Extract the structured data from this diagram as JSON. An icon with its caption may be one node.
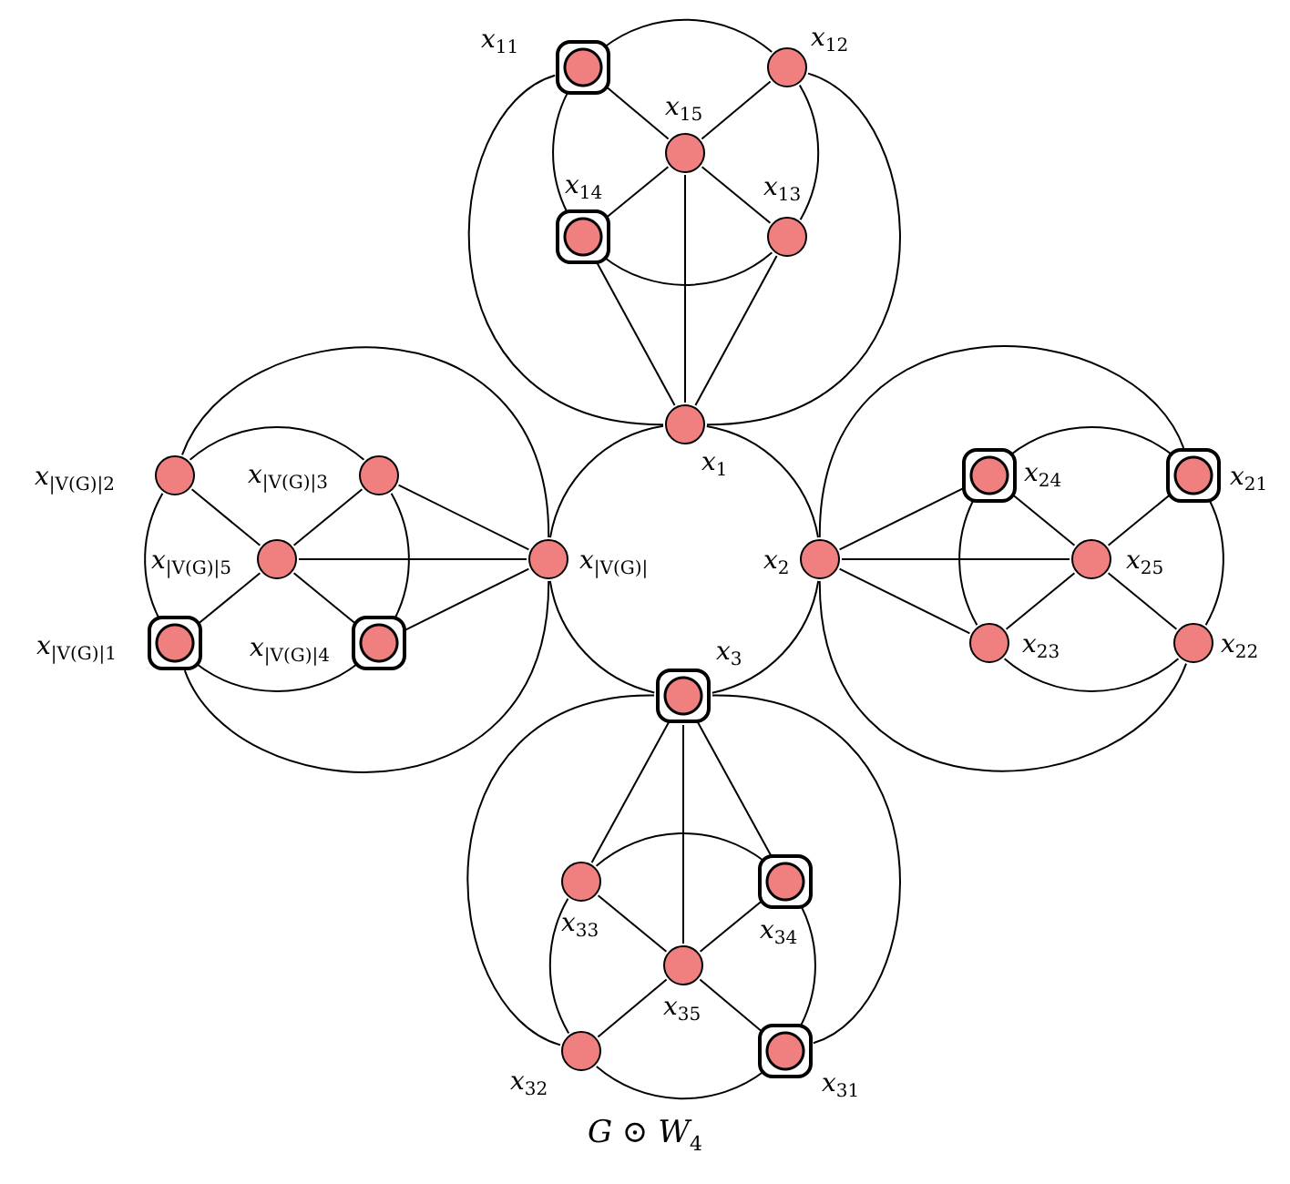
{
  "diagram": {
    "caption": "G ⊙ W$_{4}$",
    "nodes": [
      {
        "text": [],
        "shape": "marked",
        "beside": [
          "x$_{11}$"
        ]
      },
      {
        "text": [],
        "shape": "circle",
        "beside": [
          "x$_{12}$"
        ]
      },
      {
        "text": [],
        "shape": "circle",
        "beside": [
          "x$_{15}$"
        ]
      },
      {
        "text": [],
        "shape": "marked",
        "beside": [
          "x$_{14}$"
        ]
      },
      {
        "text": [],
        "shape": "circle",
        "beside": [
          "x$_{13}$"
        ]
      },
      {
        "text": [],
        "shape": "circle",
        "beside": [
          "x$_{1}$"
        ]
      },
      {
        "text": [],
        "shape": "circle",
        "beside": [
          "x$_{|V(G)|2}$"
        ]
      },
      {
        "text": [],
        "shape": "circle",
        "beside": [
          "x$_{|V(G)|3}$"
        ]
      },
      {
        "text": [],
        "shape": "circle",
        "beside": [
          "x$_{|V(G)|5}$"
        ]
      },
      {
        "text": [],
        "shape": "marked",
        "beside": [
          "x$_{|V(G)|1}$"
        ]
      },
      {
        "text": [],
        "shape": "marked",
        "beside": [
          "x$_{|V(G)|4}$"
        ]
      },
      {
        "text": [],
        "shape": "circle",
        "beside": [
          "x$_{|V(G)|}$"
        ]
      },
      {
        "text": [],
        "shape": "circle",
        "beside": [
          "x$_{2}$"
        ]
      },
      {
        "text": [],
        "shape": "marked",
        "beside": [
          "x$_{24}$"
        ]
      },
      {
        "text": [],
        "shape": "marked",
        "beside": [
          "x$_{21}$"
        ]
      },
      {
        "text": [],
        "shape": "circle",
        "beside": [
          "x$_{25}$"
        ]
      },
      {
        "text": [],
        "shape": "circle",
        "beside": [
          "x$_{23}$"
        ]
      },
      {
        "text": [],
        "shape": "circle",
        "beside": [
          "x$_{22}$"
        ]
      },
      {
        "text": [],
        "shape": "marked",
        "beside": [
          "x$_{3}$"
        ]
      },
      {
        "text": [],
        "shape": "circle",
        "beside": [
          "x$_{33}$"
        ]
      },
      {
        "text": [],
        "shape": "marked",
        "beside": [
          "x$_{34}$"
        ]
      },
      {
        "text": [],
        "shape": "circle",
        "beside": [
          "x$_{35}$"
        ]
      },
      {
        "text": [],
        "shape": "circle",
        "beside": [
          "x$_{32}$"
        ]
      },
      {
        "text": [],
        "shape": "marked",
        "beside": [
          "x$_{31}$"
        ]
      }
    ],
    "edges": [
      {
        "from": 0,
        "to": 1,
        "arrow": "none"
      },
      {
        "from": 1,
        "to": 4,
        "arrow": "none"
      },
      {
        "from": 4,
        "to": 3,
        "arrow": "none"
      },
      {
        "from": 3,
        "to": 0,
        "arrow": "none"
      },
      {
        "from": 2,
        "to": 0,
        "arrow": "none"
      },
      {
        "from": 2,
        "to": 1,
        "arrow": "none"
      },
      {
        "from": 2,
        "to": 3,
        "arrow": "none"
      },
      {
        "from": 2,
        "to": 4,
        "arrow": "none"
      },
      {
        "from": 5,
        "to": 0,
        "arrow": "none"
      },
      {
        "from": 5,
        "to": 1,
        "arrow": "none"
      },
      {
        "from": 5,
        "to": 2,
        "arrow": "none"
      },
      {
        "from": 5,
        "to": 3,
        "arrow": "none"
      },
      {
        "from": 5,
        "to": 4,
        "arrow": "none"
      },
      {
        "from": 9,
        "to": 6,
        "arrow": "none"
      },
      {
        "from": 6,
        "to": 7,
        "arrow": "none"
      },
      {
        "from": 7,
        "to": 10,
        "arrow": "none"
      },
      {
        "from": 10,
        "to": 9,
        "arrow": "none"
      },
      {
        "from": 8,
        "to": 6,
        "arrow": "none"
      },
      {
        "from": 8,
        "to": 7,
        "arrow": "none"
      },
      {
        "from": 8,
        "to": 9,
        "arrow": "none"
      },
      {
        "from": 8,
        "to": 10,
        "arrow": "none"
      },
      {
        "from": 11,
        "to": 6,
        "arrow": "none"
      },
      {
        "from": 11,
        "to": 7,
        "arrow": "none"
      },
      {
        "from": 11,
        "to": 8,
        "arrow": "none"
      },
      {
        "from": 11,
        "to": 9,
        "arrow": "none"
      },
      {
        "from": 11,
        "to": 10,
        "arrow": "none"
      },
      {
        "from": 14,
        "to": 17,
        "arrow": "none"
      },
      {
        "from": 17,
        "to": 16,
        "arrow": "none"
      },
      {
        "from": 16,
        "to": 13,
        "arrow": "none"
      },
      {
        "from": 13,
        "to": 14,
        "arrow": "none"
      },
      {
        "from": 15,
        "to": 13,
        "arrow": "none"
      },
      {
        "from": 15,
        "to": 14,
        "arrow": "none"
      },
      {
        "from": 15,
        "to": 16,
        "arrow": "none"
      },
      {
        "from": 15,
        "to": 17,
        "arrow": "none"
      },
      {
        "from": 12,
        "to": 13,
        "arrow": "none"
      },
      {
        "from": 12,
        "to": 14,
        "arrow": "none"
      },
      {
        "from": 12,
        "to": 15,
        "arrow": "none"
      },
      {
        "from": 12,
        "to": 16,
        "arrow": "none"
      },
      {
        "from": 12,
        "to": 17,
        "arrow": "none"
      },
      {
        "from": 23,
        "to": 22,
        "arrow": "none"
      },
      {
        "from": 22,
        "to": 19,
        "arrow": "none"
      },
      {
        "from": 19,
        "to": 20,
        "arrow": "none"
      },
      {
        "from": 20,
        "to": 23,
        "arrow": "none"
      },
      {
        "from": 21,
        "to": 19,
        "arrow": "none"
      },
      {
        "from": 21,
        "to": 20,
        "arrow": "none"
      },
      {
        "from": 21,
        "to": 22,
        "arrow": "none"
      },
      {
        "from": 21,
        "to": 23,
        "arrow": "none"
      },
      {
        "from": 18,
        "to": 19,
        "arrow": "none"
      },
      {
        "from": 18,
        "to": 20,
        "arrow": "none"
      },
      {
        "from": 18,
        "to": 21,
        "arrow": "none"
      },
      {
        "from": 18,
        "to": 22,
        "arrow": "none"
      },
      {
        "from": 18,
        "to": 23,
        "arrow": "none"
      },
      {
        "from": 5,
        "to": 12,
        "arrow": "none"
      },
      {
        "from": 12,
        "to": 18,
        "arrow": "none"
      },
      {
        "from": 18,
        "to": 11,
        "arrow": "none"
      },
      {
        "from": 11,
        "to": 5,
        "arrow": "none"
      }
    ]
  }
}
